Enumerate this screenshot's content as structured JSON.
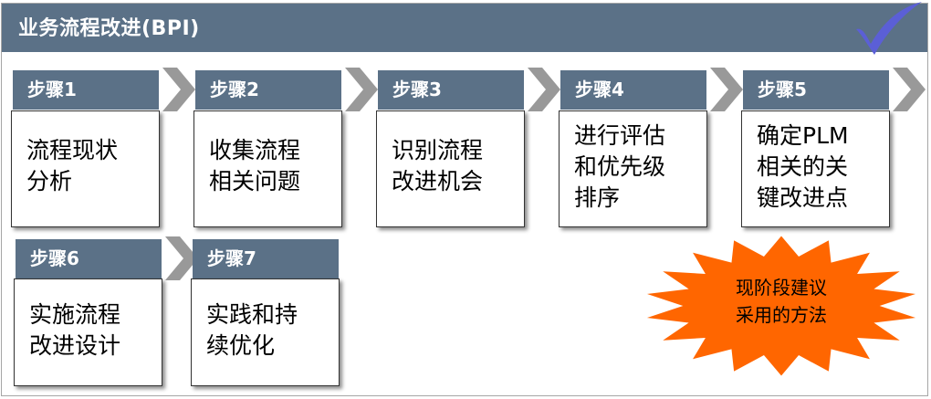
{
  "title": "业务流程改进(BPI)",
  "steps": [
    {
      "label": "步骤1",
      "text": [
        "流程现状",
        "分析"
      ]
    },
    {
      "label": "步骤2",
      "text": [
        "收集流程",
        "相关问题"
      ]
    },
    {
      "label": "步骤3",
      "text": [
        "识别流程",
        "改进机会"
      ]
    },
    {
      "label": "步骤4",
      "text": [
        "进行评估",
        "和优先级",
        "排序"
      ]
    },
    {
      "label": "步骤5",
      "text": [
        "确定PLM",
        "相关的关",
        "键改进点"
      ]
    },
    {
      "label": "步骤6",
      "text": [
        "实施流程",
        "改进设计"
      ]
    },
    {
      "label": "步骤7",
      "text": [
        "实践和持",
        "续优化"
      ]
    }
  ],
  "callout": [
    "现阶段建议",
    "采用的方法"
  ],
  "colors": {
    "header": "#5b7187",
    "chevron": "#999999",
    "burst": "#ff6600",
    "check": "#5b5fd6"
  },
  "icons": {
    "check": "check-icon",
    "arrow": "chevron-right-icon"
  }
}
